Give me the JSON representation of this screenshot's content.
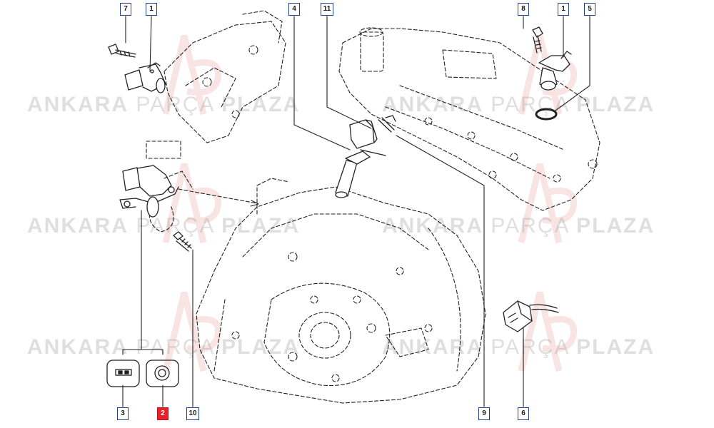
{
  "watermark": {
    "brand_bold_1": "ANKARA",
    "brand_thin": "PARÇA",
    "brand_bold_2": "PLAZA",
    "color": "#969696"
  },
  "callouts": [
    {
      "id": "7",
      "label": "7",
      "active": false
    },
    {
      "id": "1a",
      "label": "1",
      "active": false
    },
    {
      "id": "4",
      "label": "4",
      "active": false
    },
    {
      "id": "11",
      "label": "11",
      "active": false
    },
    {
      "id": "8",
      "label": "8",
      "active": false
    },
    {
      "id": "1b",
      "label": "1",
      "active": false
    },
    {
      "id": "5",
      "label": "5",
      "active": false
    },
    {
      "id": "3",
      "label": "3",
      "active": false
    },
    {
      "id": "2",
      "label": "2",
      "active": true
    },
    {
      "id": "10",
      "label": "10",
      "active": false
    },
    {
      "id": "9",
      "label": "9",
      "active": false
    },
    {
      "id": "6",
      "label": "6",
      "active": false
    }
  ],
  "colors": {
    "callout_border": "#1f3f8f",
    "callout_active": "#e8202a",
    "line": "#222222",
    "logo_red": "#e8202a"
  },
  "icons": {
    "callout_3_symbol": "connector-flat-icon",
    "callout_2_symbol": "connector-round-icon"
  }
}
